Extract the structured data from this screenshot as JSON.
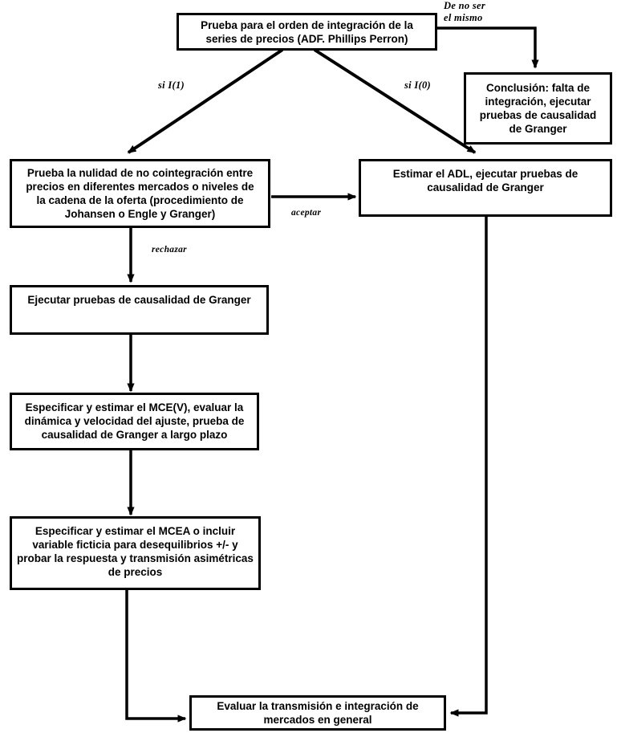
{
  "diagram": {
    "title": "Prueba para el orden de integracion de la series de precios",
    "nodes": {
      "adf_test": "Prueba para el orden de integración de la\nseries de precios (ADF. Phillips Perron)",
      "conclusion_no_integration": "Conclusión: falta de\nintegración, ejecutar\npruebas de causalidad\nde Granger",
      "cointegration_test": "Prueba la nulidad de no cointegración entre\nprecios en diferentes mercados o niveles de\nla cadena de la oferta (procedimiento de\nJohansen o Engle y Granger)",
      "estimate_adl": "Estimar el ADL, ejecutar pruebas de\ncausalidad de Granger",
      "granger_causality": "Ejecutar pruebas de causalidad de Granger",
      "specify_mcev": "Especificar y estimar el MCE(V), evaluar la\ndinámica y velocidad del ajuste, prueba de\ncausalidad de Granger a largo plazo",
      "specify_mcea": "Especificar y estimar el MCEA o incluir\nvariable ficticia para desequilibrios +/- y\nprobar la respuesta y transmisión asimétricas\nde precios",
      "evaluate_transmission": "Evaluar la transmisión e integración de\nmercados en general"
    },
    "edge_labels": {
      "de_no_ser_el_mismo": "De  no  ser\nel mismo",
      "si_i1": "si  I(1)",
      "si_i0": "si  I(0)",
      "aceptar": "aceptar",
      "rechazar": "rechazar"
    },
    "colors": {
      "line": "#000000",
      "box_fill": "#ffffff",
      "text": "#000000",
      "background": "#ffffff"
    }
  }
}
